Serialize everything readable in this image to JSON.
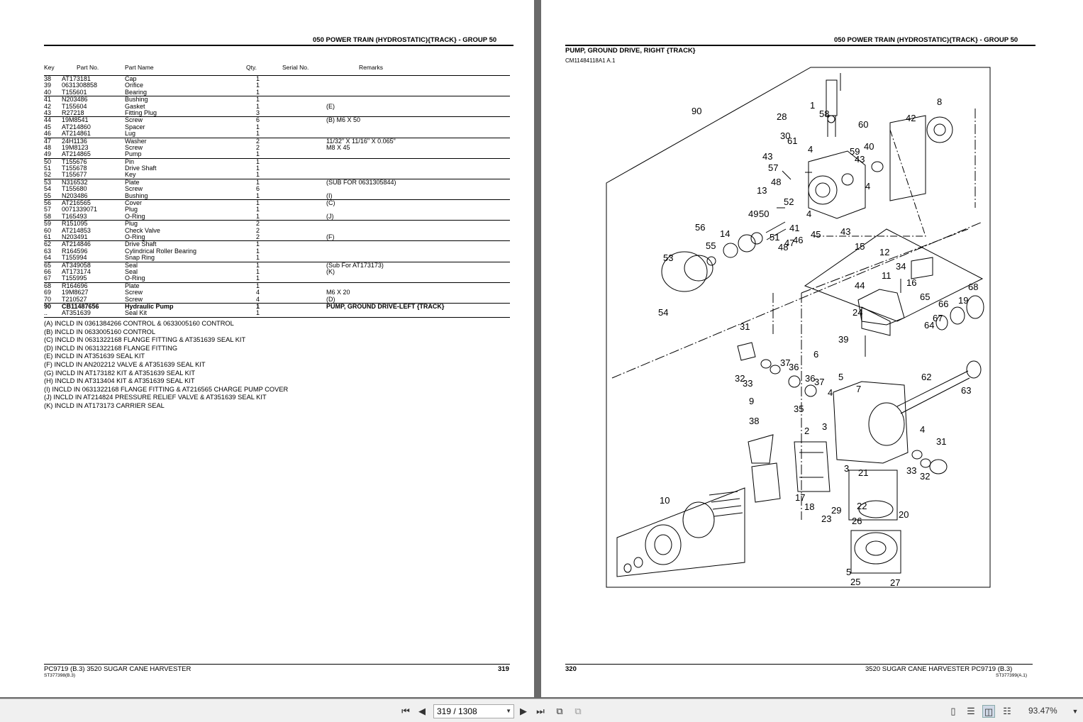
{
  "left_page": {
    "header": "050 POWER TRAIN (HYDROSTATIC){TRACK} - GROUP 50",
    "columns": {
      "key": "Key",
      "part_no": "Part No.",
      "part_name": "Part Name",
      "qty": "Qty.",
      "serial_no": "Serial No.",
      "remarks": "Remarks"
    },
    "groups": [
      [
        [
          "38",
          "AT173181",
          "Cap",
          "1",
          ""
        ],
        [
          "39",
          "0631308858",
          "Orifice",
          "1",
          ""
        ],
        [
          "40",
          "T155601",
          "Bearing",
          "1",
          ""
        ]
      ],
      [
        [
          "41",
          "N203486",
          "Bushing",
          "1",
          ""
        ],
        [
          "42",
          "T155604",
          "Gasket",
          "1",
          "(E)"
        ],
        [
          "43",
          "R27218",
          "Fitting Plug",
          "3",
          ""
        ]
      ],
      [
        [
          "44",
          "19M8541",
          "Screw",
          "6",
          "(B) M6 X 50"
        ],
        [
          "45",
          "AT214860",
          "Spacer",
          "1",
          ""
        ],
        [
          "46",
          "AT214861",
          "Lug",
          "1",
          ""
        ]
      ],
      [
        [
          "47",
          "24H1136",
          "Washer",
          "2",
          "11/32\" X 11/16\" X 0.065\""
        ],
        [
          "48",
          "19M8123",
          "Screw",
          "2",
          "M8 X 45"
        ],
        [
          "49",
          "AT214865",
          "Pump",
          "1",
          ""
        ]
      ],
      [
        [
          "50",
          "T155676",
          "Pin",
          "1",
          ""
        ],
        [
          "51",
          "T155678",
          "Drive Shaft",
          "1",
          ""
        ],
        [
          "52",
          "T155677",
          "Key",
          "1",
          ""
        ]
      ],
      [
        [
          "53",
          "N316532",
          "Plate",
          "1",
          "(SUB FOR 0631305844)"
        ],
        [
          "54",
          "T155680",
          "Screw",
          "6",
          ""
        ],
        [
          "55",
          "N203486",
          "Bushing",
          "1",
          "(I)"
        ]
      ],
      [
        [
          "56",
          "AT216565",
          "Cover",
          "1",
          "(C)"
        ],
        [
          "57",
          "0071339071",
          "Plug",
          "1",
          ""
        ],
        [
          "58",
          "T165493",
          "O-Ring",
          "1",
          "(J)"
        ]
      ],
      [
        [
          "59",
          "R151095",
          "Plug",
          "2",
          ""
        ],
        [
          "60",
          "AT214853",
          "Check Valve",
          "2",
          ""
        ],
        [
          "61",
          "N203491",
          "O-Ring",
          "2",
          "(F)"
        ]
      ],
      [
        [
          "62",
          "AT214846",
          "Drive Shaft",
          "1",
          ""
        ],
        [
          "63",
          "R164596",
          "Cylindrical Roller Bearing",
          "1",
          ""
        ],
        [
          "64",
          "T155994",
          "Snap Ring",
          "1",
          ""
        ]
      ],
      [
        [
          "65",
          "AT349058",
          "Seal",
          "1",
          "(Sub For AT173173)"
        ],
        [
          "66",
          "AT173174",
          "Seal",
          "1",
          "(K)"
        ],
        [
          "67",
          "T155995",
          "O-Ring",
          "1",
          ""
        ]
      ],
      [
        [
          "68",
          "R164696",
          "Plate",
          "1",
          ""
        ],
        [
          "69",
          "19M8627",
          "Screw",
          "4",
          "M6 X 20"
        ],
        [
          "70",
          "T210527",
          "Screw",
          "4",
          "(D)"
        ]
      ],
      [
        [
          "90",
          "CB11487656",
          "Hydraulic Pump",
          "1",
          "PUMP, GROUND DRIVE-LEFT {TRACK}"
        ],
        [
          "..",
          "AT351639",
          "Seal Kit",
          "1",
          ""
        ]
      ]
    ],
    "notes": [
      "(A) INCLD IN 0361384266 CONTROL & 0633005160 CONTROL",
      "(B) INCLD IN 0633005160 CONTROL",
      "(C) INCLD IN 0631322168 FLANGE FITTING & AT351639 SEAL KIT",
      "(D) INCLD IN 0631322168 FLANGE FITTING",
      "(E) INCLD IN AT351639 SEAL KIT",
      "(F) INCLD IN AN202212 VALVE & AT351639 SEAL KIT",
      "(G) INCLD IN AT173182 KIT & AT351639 SEAL KIT",
      "(H) INCLD IN AT313404 KIT & AT351639 SEAL KIT",
      "(I)  INCLD IN 0631322168 FLANGE FITTING & AT216565 CHARGE PUMP COVER",
      "(J)  INCLD IN AT214824 PRESSURE RELIEF VALVE & AT351639 SEAL KIT",
      "(K) INCLD IN AT173173 CARRIER SEAL"
    ],
    "footer_left": "PC9719    (B.3)      3520 SUGAR CANE HARVESTER",
    "footer_page": "319",
    "footer_code": "ST377398(B.3)"
  },
  "right_page": {
    "header": "050 POWER TRAIN (HYDROSTATIC){TRACK} - GROUP 50",
    "title": "PUMP, GROUND DRIVE, RIGHT {TRACK}",
    "ref": "CM11484118A1 A.1",
    "callouts": [
      "1",
      "2",
      "3",
      "3",
      "4",
      "4",
      "4",
      "4",
      "4",
      "5",
      "5",
      "6",
      "7",
      "8",
      "9",
      "10",
      "11",
      "12",
      "13",
      "14",
      "15",
      "16",
      "17",
      "18",
      "19",
      "20",
      "21",
      "22",
      "23",
      "24",
      "25",
      "26",
      "27",
      "28",
      "29",
      "30",
      "31",
      "31",
      "32",
      "32",
      "33",
      "33",
      "34",
      "35",
      "36",
      "36",
      "37",
      "37",
      "38",
      "39",
      "40",
      "41",
      "42",
      "43",
      "43",
      "43",
      "44",
      "45",
      "46",
      "47",
      "48",
      "48",
      "49",
      "50",
      "51",
      "52",
      "53",
      "54",
      "55",
      "56",
      "57",
      "58",
      "59",
      "60",
      "61",
      "62",
      "63",
      "64",
      "65",
      "66",
      "67",
      "68",
      "90"
    ],
    "footer_page": "320",
    "footer_right": "3520 SUGAR CANE HARVESTER     PC9719    (B.3)",
    "footer_code": "ST377399(A.1)"
  },
  "toolbar": {
    "page_display": "319 / 1308",
    "zoom": "93.47%",
    "icons": [
      "first-page-icon",
      "prev-page-icon",
      "next-page-icon",
      "last-page-icon",
      "go-back-icon",
      "go-forward-icon",
      "single-page-icon",
      "continuous-icon",
      "two-page-icon",
      "two-page-continuous-icon",
      "zoom-dropdown-icon"
    ]
  }
}
